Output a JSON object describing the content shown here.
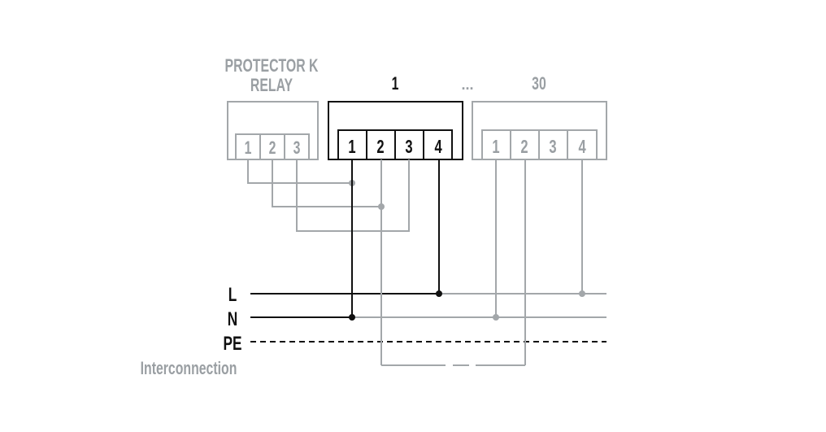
{
  "diagram": {
    "protector": {
      "title_line1": "PROTECTOR K",
      "title_line2": "RELAY",
      "terminals": [
        "1",
        "2",
        "3"
      ]
    },
    "device_first": {
      "title": "1",
      "terminals": [
        "1",
        "2",
        "3",
        "4"
      ]
    },
    "ellipsis": "...",
    "device_last": {
      "title": "30",
      "terminals": [
        "1",
        "2",
        "3",
        "4"
      ]
    },
    "bus_labels": {
      "l": "L",
      "n": "N",
      "pe": "PE"
    },
    "interconnection_label": "Interconnection",
    "colors": {
      "active": "#111111",
      "inactive": "#a3a7aa",
      "text_inactive": "#9a9fa3"
    }
  }
}
